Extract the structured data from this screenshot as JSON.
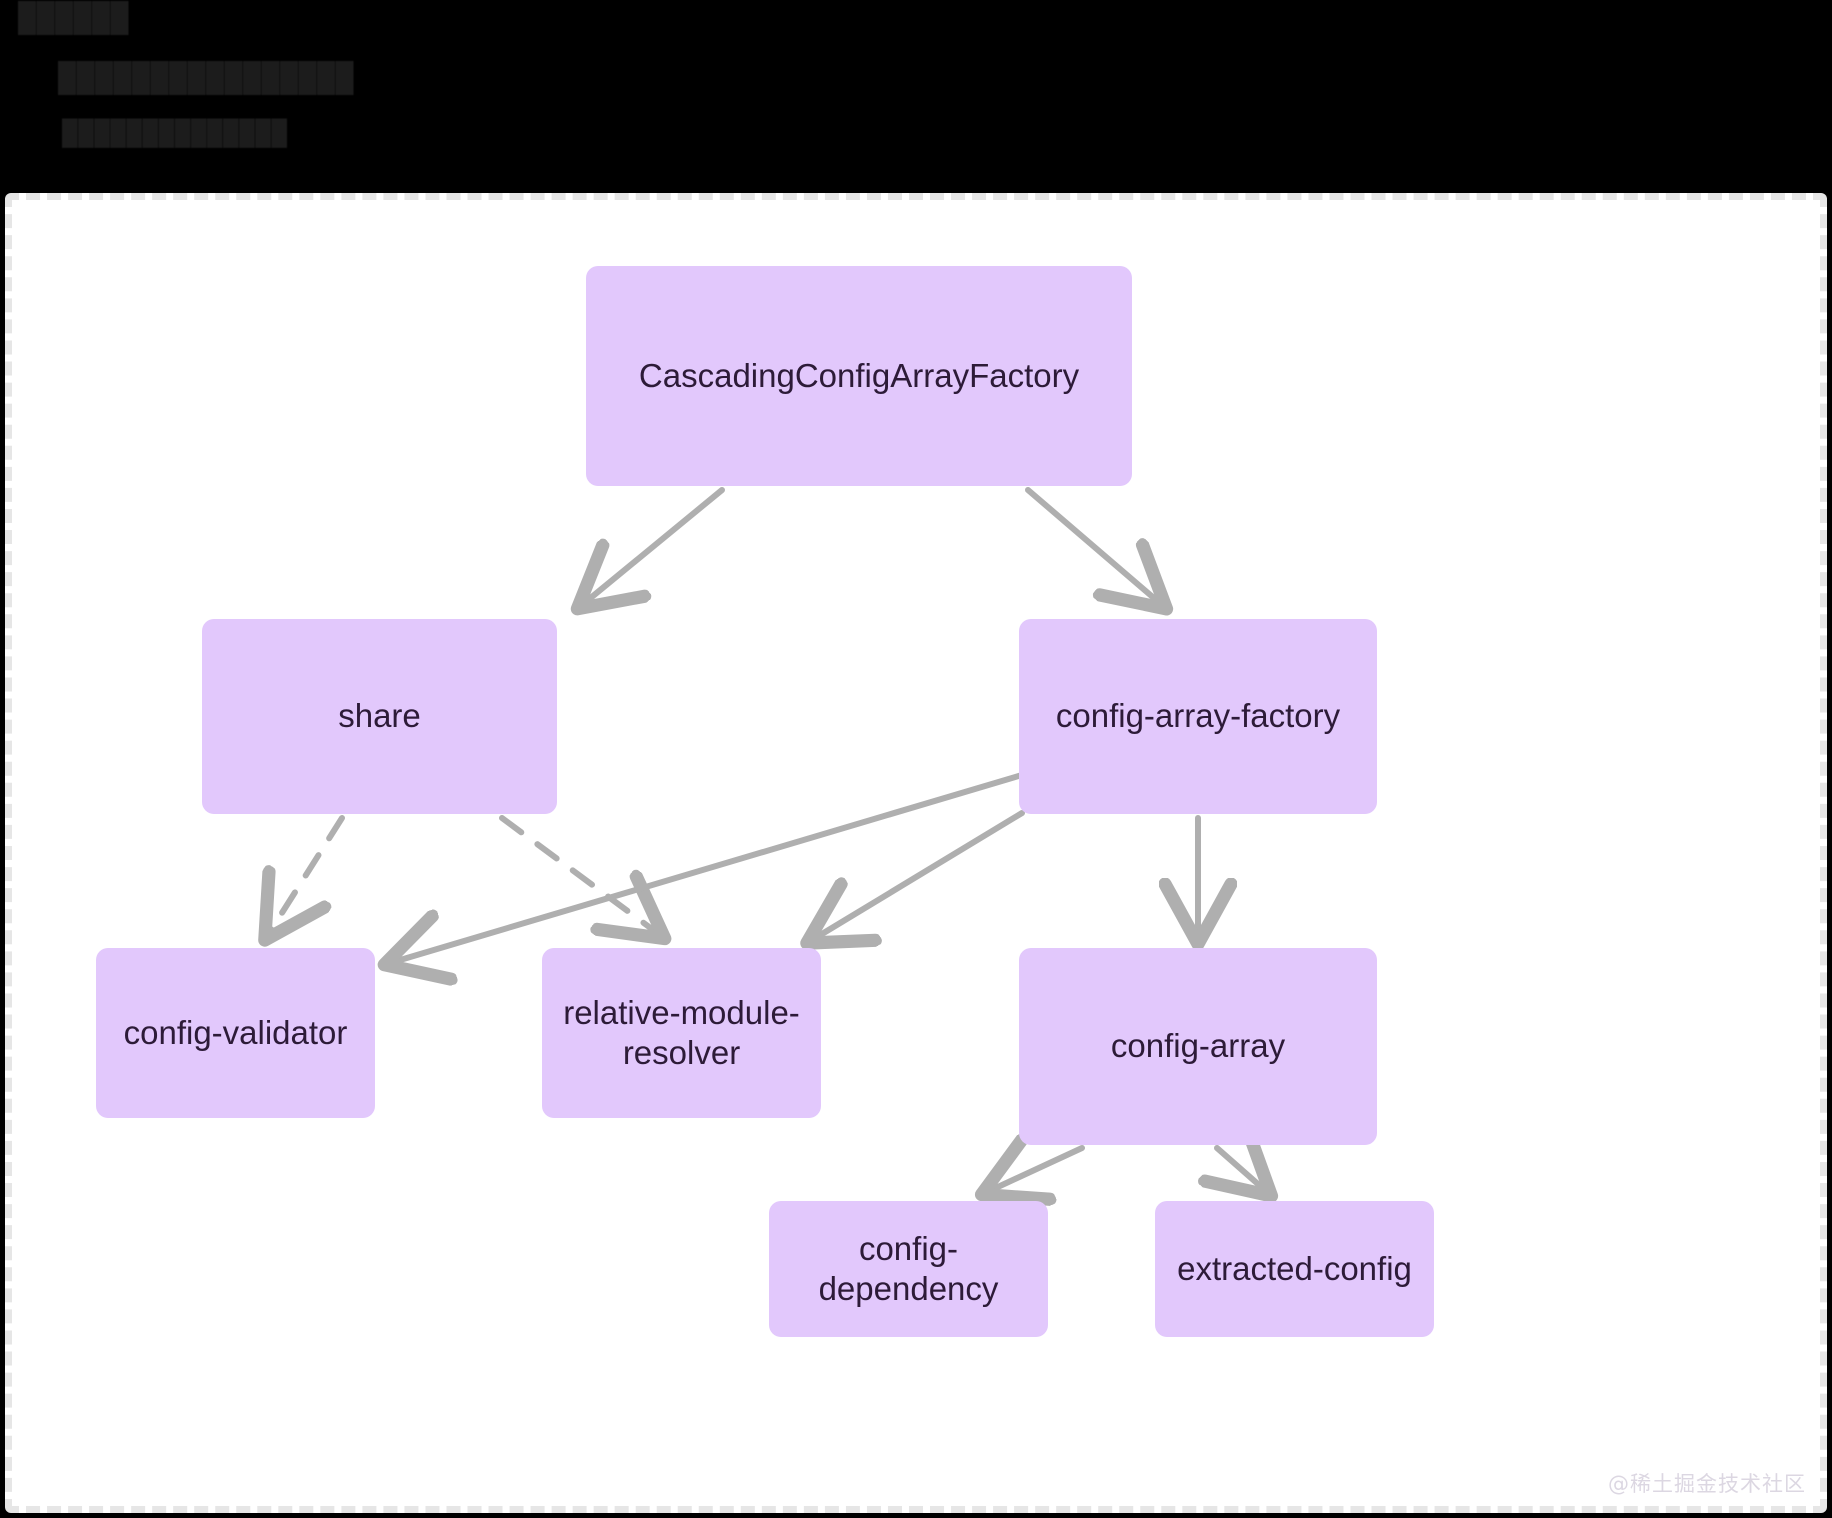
{
  "top_strip": {
    "obscured": true,
    "lines": [
      "██████",
      "████████████████",
      "██████████████"
    ]
  },
  "diagram": {
    "title": "",
    "background": "#ffffff",
    "border_color": "#e6e6e6",
    "node_fill": "#e2c8fc",
    "node_text_color": "#2d1b38",
    "edge_color": "#afafaf",
    "nodes": [
      {
        "id": "cascading",
        "label": "CascadingConfigArrayFactory"
      },
      {
        "id": "share",
        "label": "share"
      },
      {
        "id": "config-array-factory",
        "label": "config-array-factory"
      },
      {
        "id": "config-validator",
        "label": "config-validator"
      },
      {
        "id": "relative-module-resolver",
        "label": "relative-module-\nresolver"
      },
      {
        "id": "config-array",
        "label": "config-array"
      },
      {
        "id": "config-dependency",
        "label": "config-\ndependency"
      },
      {
        "id": "extracted-config",
        "label": "extracted-config"
      }
    ],
    "edges": [
      {
        "from": "cascading",
        "to": "share",
        "style": "solid"
      },
      {
        "from": "cascading",
        "to": "config-array-factory",
        "style": "solid"
      },
      {
        "from": "share",
        "to": "config-validator",
        "style": "dashed"
      },
      {
        "from": "share",
        "to": "relative-module-resolver",
        "style": "dashed"
      },
      {
        "from": "config-array-factory",
        "to": "config-validator",
        "style": "solid"
      },
      {
        "from": "config-array-factory",
        "to": "relative-module-resolver",
        "style": "solid"
      },
      {
        "from": "config-array-factory",
        "to": "config-array",
        "style": "solid"
      },
      {
        "from": "config-array",
        "to": "config-dependency",
        "style": "solid"
      },
      {
        "from": "config-array",
        "to": "extracted-config",
        "style": "solid"
      }
    ]
  },
  "watermark": {
    "text": "@稀土掘金技术社区"
  }
}
